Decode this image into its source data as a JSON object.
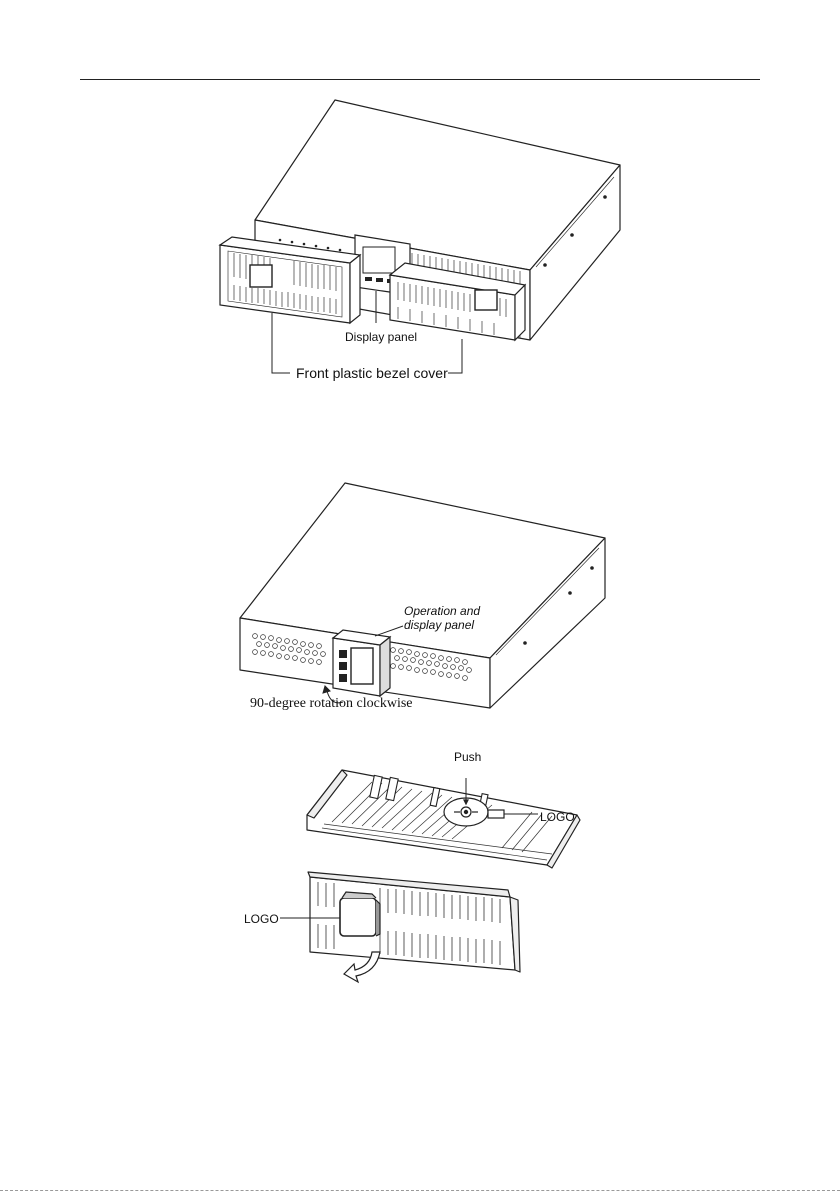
{
  "figure1": {
    "display_panel_label": "Display panel",
    "bezel_cover_label": "Front plastic bezel cover"
  },
  "figure2": {
    "panel_label_line1": "Operation and",
    "panel_label_line2": "display panel",
    "rotation_label": "90-degree rotation clockwise"
  },
  "figure3": {
    "push_label": "Push",
    "logo_label_top": "LOGO",
    "logo_label_bottom": "LOGO"
  }
}
